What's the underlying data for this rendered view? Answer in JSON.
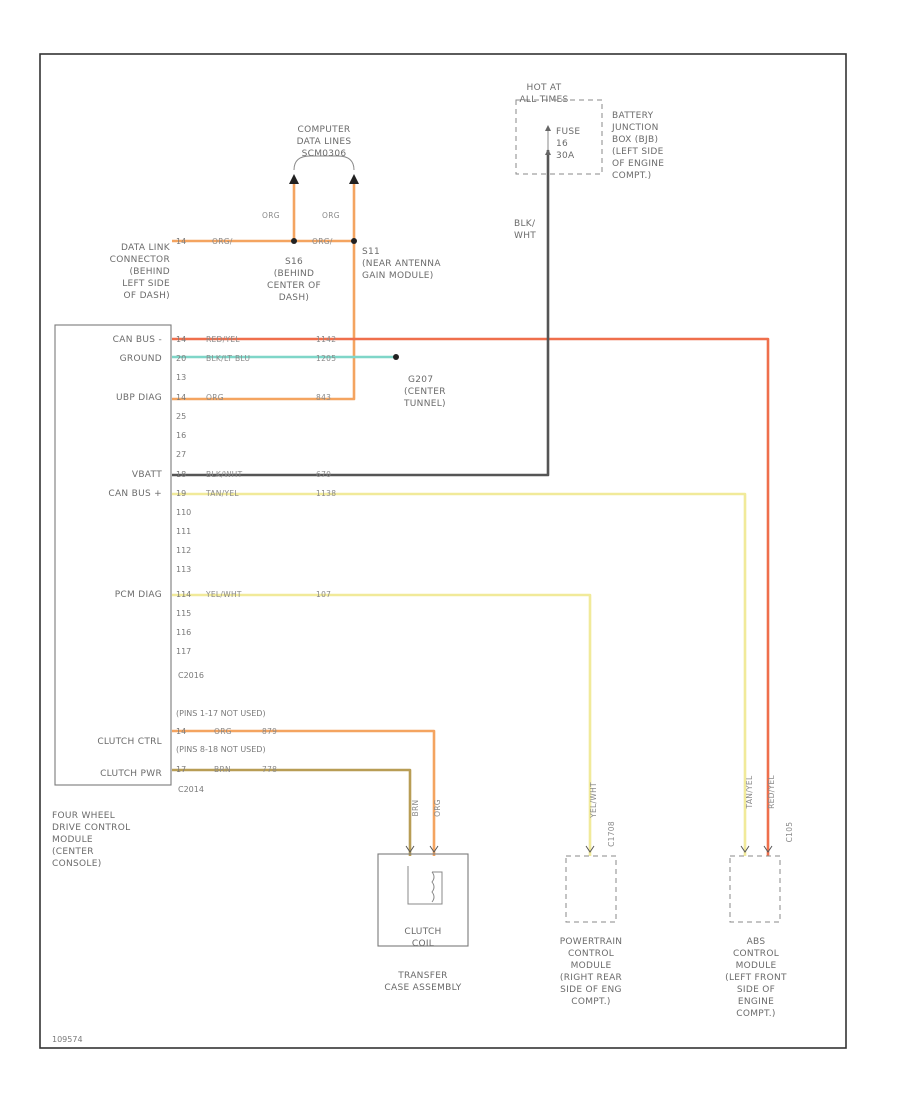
{
  "top_labels": {
    "computer_data_lines": [
      "COMPUTER",
      "DATA LINES",
      "SCM0306"
    ],
    "hot_at_all_times": [
      "HOT AT",
      "ALL TIMES"
    ],
    "battery_junction_box": [
      "BATTERY",
      "JUNCTION",
      "BOX (BJB)",
      "(LEFT SIDE",
      "OF ENGINE",
      "COMPT.)"
    ],
    "fuse": [
      "FUSE",
      "16",
      "30A"
    ],
    "data_link_connector": [
      "DATA LINK",
      "CONNECTOR",
      "(BEHIND",
      "LEFT SIDE",
      "OF DASH)"
    ],
    "splice_s16": [
      "S16",
      "(BEHIND",
      "CENTER OF",
      "DASH)"
    ],
    "splice_s11": [
      "S11",
      "(NEAR ANTENNA",
      "GAIN MODULE)"
    ],
    "wire_blk_wht": [
      "BLK/",
      "WHT"
    ],
    "org_left": "ORG",
    "org_right": "ORG",
    "dlc_pin": "14",
    "dlc_wire": "ORG/",
    "s16_wire": "ORG/"
  },
  "module_4wd": {
    "pin_labels": [
      "CAN BUS -",
      "GROUND",
      "",
      "UBP DIAG",
      "",
      "",
      "",
      "VBATT",
      "CAN BUS +",
      "",
      "",
      "",
      "",
      "PCM DIAG",
      "",
      "",
      ""
    ],
    "pins": [
      "14",
      "20",
      "13",
      "14",
      "25",
      "16",
      "27",
      "18",
      "19",
      "110",
      "111",
      "112",
      "113",
      "114",
      "115",
      "116",
      "117"
    ],
    "wire_colors": [
      "RED/YEL",
      "BLK/LT BLU",
      "",
      "ORG",
      "",
      "",
      "",
      "BLK/WHT",
      "TAN/YEL",
      "",
      "",
      "",
      "",
      "YEL/WHT",
      "",
      "",
      ""
    ],
    "circuits": [
      "1142",
      "1205",
      "",
      "843",
      "",
      "",
      "",
      "670",
      "1138",
      "",
      "",
      "",
      "",
      "107",
      "",
      "",
      ""
    ],
    "connector_c2": "C2016",
    "pins_note_1": "(PINS 1-17 NOT USED)",
    "pins_note_2": "(PINS 8-18 NOT USED)",
    "clutch_ctrl": "CLUTCH CTRL",
    "clutch_pwr": "CLUTCH PWR",
    "clutch_ctrl_pin": "14",
    "clutch_pwr_pin": "17",
    "clutch_ctrl_wire": "ORG",
    "clutch_ctrl_circuit": "879",
    "clutch_pwr_wire": "BRN",
    "clutch_pwr_circuit": "778",
    "connector_c1": "C2014",
    "name": [
      "FOUR WHEEL",
      "DRIVE CONTROL",
      "MODULE",
      "(CENTER",
      "CONSOLE)"
    ]
  },
  "ground": {
    "id": "G207",
    "location": [
      "(CENTER",
      "TUNNEL)"
    ]
  },
  "bottom": {
    "clutch_coil": [
      "CLUTCH",
      "COIL"
    ],
    "transfer_case": [
      "TRANSFER",
      "CASE ASSEMBLY"
    ],
    "pcm": [
      "POWERTRAIN",
      "CONTROL",
      "MODULE",
      "(RIGHT REAR",
      "SIDE OF ENG",
      "COMPT.)"
    ],
    "abs": [
      "ABS",
      "CONTROL",
      "MODULE",
      "(LEFT FRONT",
      "SIDE OF",
      "ENGINE",
      "COMPT.)"
    ],
    "pcm_wire": "YEL/WHT",
    "pcm_connector": "C1708",
    "abs_wire_1": "TAN/YEL",
    "abs_wire_2": "RED/YEL",
    "abs_connector": "C105",
    "clutch_wire_1": "BRN",
    "clutch_wire_2": "ORG"
  },
  "footer_id": "109574",
  "colors": {
    "orange": "#f4a460",
    "red_yellow": "#ef6f4c",
    "yellow": "#f1ea9a",
    "teal": "#7fd6c8",
    "dark": "#555555",
    "brown": "#b89d55"
  }
}
